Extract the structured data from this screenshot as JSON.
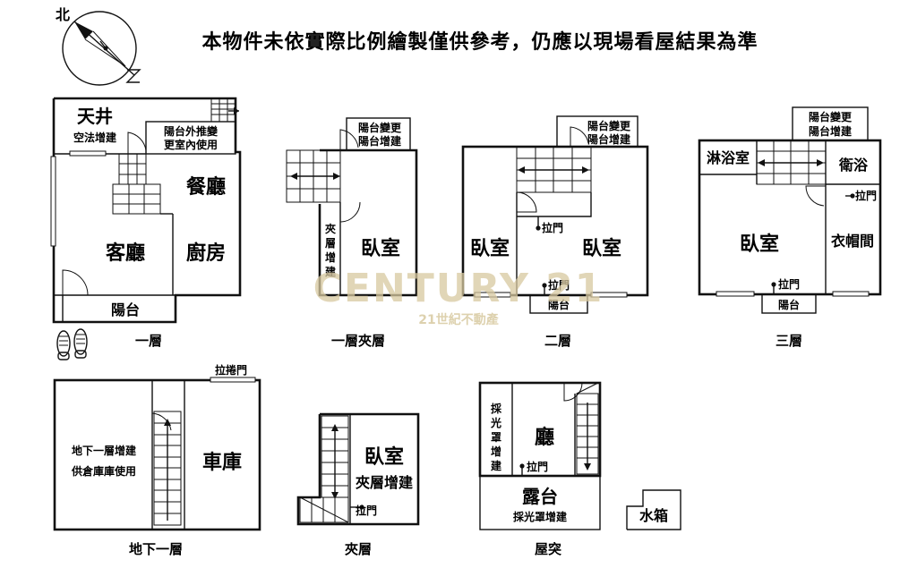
{
  "title": "本物件未依實際比例繪製僅供參考，仍應以現場看屋結果為準",
  "compass": {
    "north": "北"
  },
  "watermark": {
    "brand": "CENTURY 21",
    "sub": "21世紀不動產"
  },
  "floor1": {
    "caption": "一層",
    "skylight": "天井",
    "skylight_note": "空法增建",
    "balcony_note_1": "陽台外推變",
    "balcony_note_2": "更室內使用",
    "dining": "餐廳",
    "living": "客廳",
    "kitchen": "廚房",
    "balcony": "陽台"
  },
  "mezz1": {
    "caption": "一層夾層",
    "balcony_note_1": "陽台變更",
    "balcony_note_2": "陽台增建",
    "mezz_note": [
      "夾",
      "層",
      "增",
      "建"
    ],
    "bedroom": "臥室"
  },
  "floor2": {
    "caption": "二層",
    "balcony_note_1": "陽台變更",
    "balcony_note_2": "陽台增建",
    "bedroom_left": "臥室",
    "bedroom_right": "臥室",
    "sliding_door_1": "拉門",
    "sliding_door_2": "拉門",
    "balcony": "陽台"
  },
  "floor3": {
    "caption": "三層",
    "balcony_note_1": "陽台變更",
    "balcony_note_2": "陽台增建",
    "shower": "淋浴室",
    "bath": "衛浴",
    "sliding_door_1": "拉門",
    "bedroom": "臥室",
    "closet": "衣帽間",
    "sliding_door_2": "拉門",
    "balcony": "陽台"
  },
  "basement": {
    "caption": "地下一層",
    "roller_door": "拉捲門",
    "storage_note_1": "地下一層增建",
    "storage_note_2": "供倉庫庫使用",
    "garage": "車庫"
  },
  "mezz": {
    "caption": "夾層",
    "bedroom": "臥室",
    "note": "夾層增建",
    "sliding_door": "拉門"
  },
  "roof": {
    "caption": "屋突",
    "skylight_note": [
      "採",
      "光",
      "罩",
      "增",
      "建"
    ],
    "hall": "廳",
    "sliding_door": "拉門",
    "terrace": "露台",
    "terrace_note": "採光罩增建",
    "water_tank": "水箱"
  },
  "icons": [
    "north-arrow-icon",
    "shoeprint-icon",
    "stair-arrow-icon",
    "door-swing-icon"
  ]
}
